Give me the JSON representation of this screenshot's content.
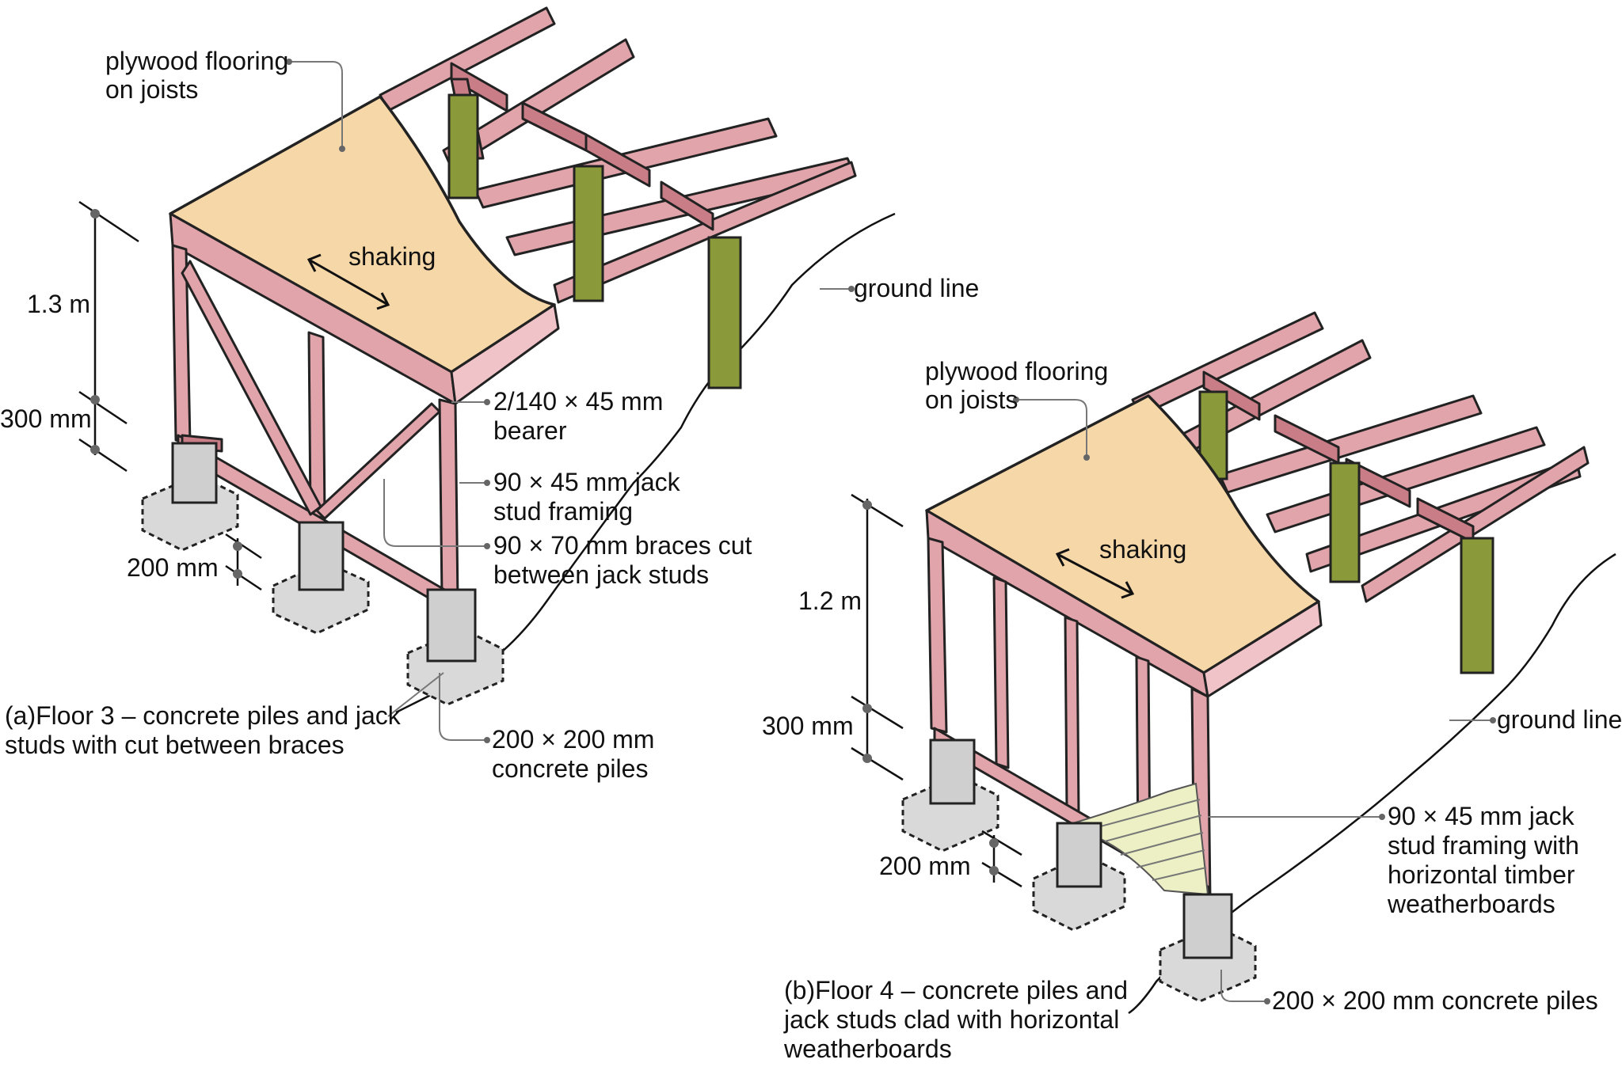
{
  "diagram_a": {
    "plywood_label": [
      "plywood flooring",
      "on joists"
    ],
    "shaking_label": "shaking",
    "ground_label": "ground line",
    "bearer_label": [
      "2/140 × 45 mm",
      "bearer"
    ],
    "jack_stud_label": [
      "90 × 45 mm jack",
      "stud framing"
    ],
    "braces_label": [
      "90 × 70 mm braces cut",
      "between jack studs"
    ],
    "piles_label": [
      "200 × 200 mm",
      "concrete piles"
    ],
    "dim_height": "1.3 m",
    "dim_pile_height": "300 mm",
    "dim_pile_width": "200 mm",
    "caption": [
      "(a)Floor 3 – concrete piles and jack",
      "studs with cut between braces"
    ]
  },
  "diagram_b": {
    "plywood_label": [
      "plywood flooring",
      "on joists"
    ],
    "shaking_label": "shaking",
    "ground_label": "ground line",
    "jack_stud_label": [
      "90 × 45 mm jack",
      "stud framing with",
      "horizontal timber",
      "weatherboards"
    ],
    "piles_label": "200 × 200 mm concrete piles",
    "dim_height": "1.2 m",
    "dim_pile_height": "300 mm",
    "dim_pile_width": "200 mm",
    "caption": [
      "(b)Floor 4 – concrete piles and",
      "jack studs clad with horizontal",
      "weatherboards"
    ]
  }
}
